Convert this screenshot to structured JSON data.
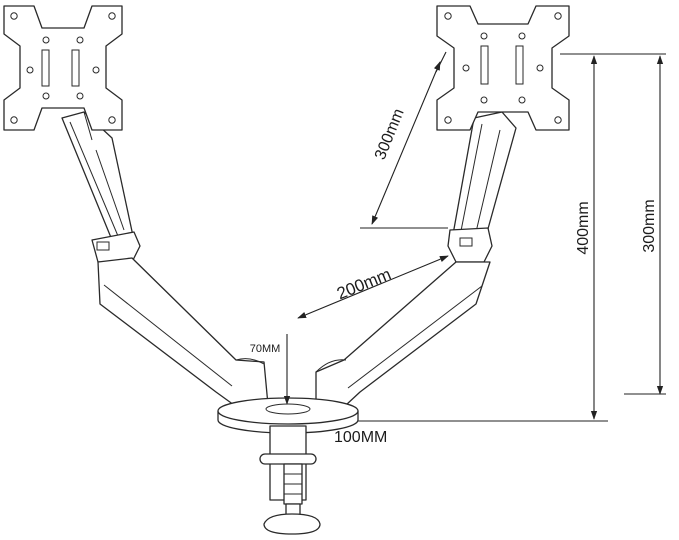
{
  "dimensions": {
    "vesa_height": "300mm",
    "right_height_total": "400mm",
    "right_height_arm": "300mm",
    "arm_length": "200mm",
    "pole_offset": "70MM",
    "base_diameter": "100MM"
  }
}
